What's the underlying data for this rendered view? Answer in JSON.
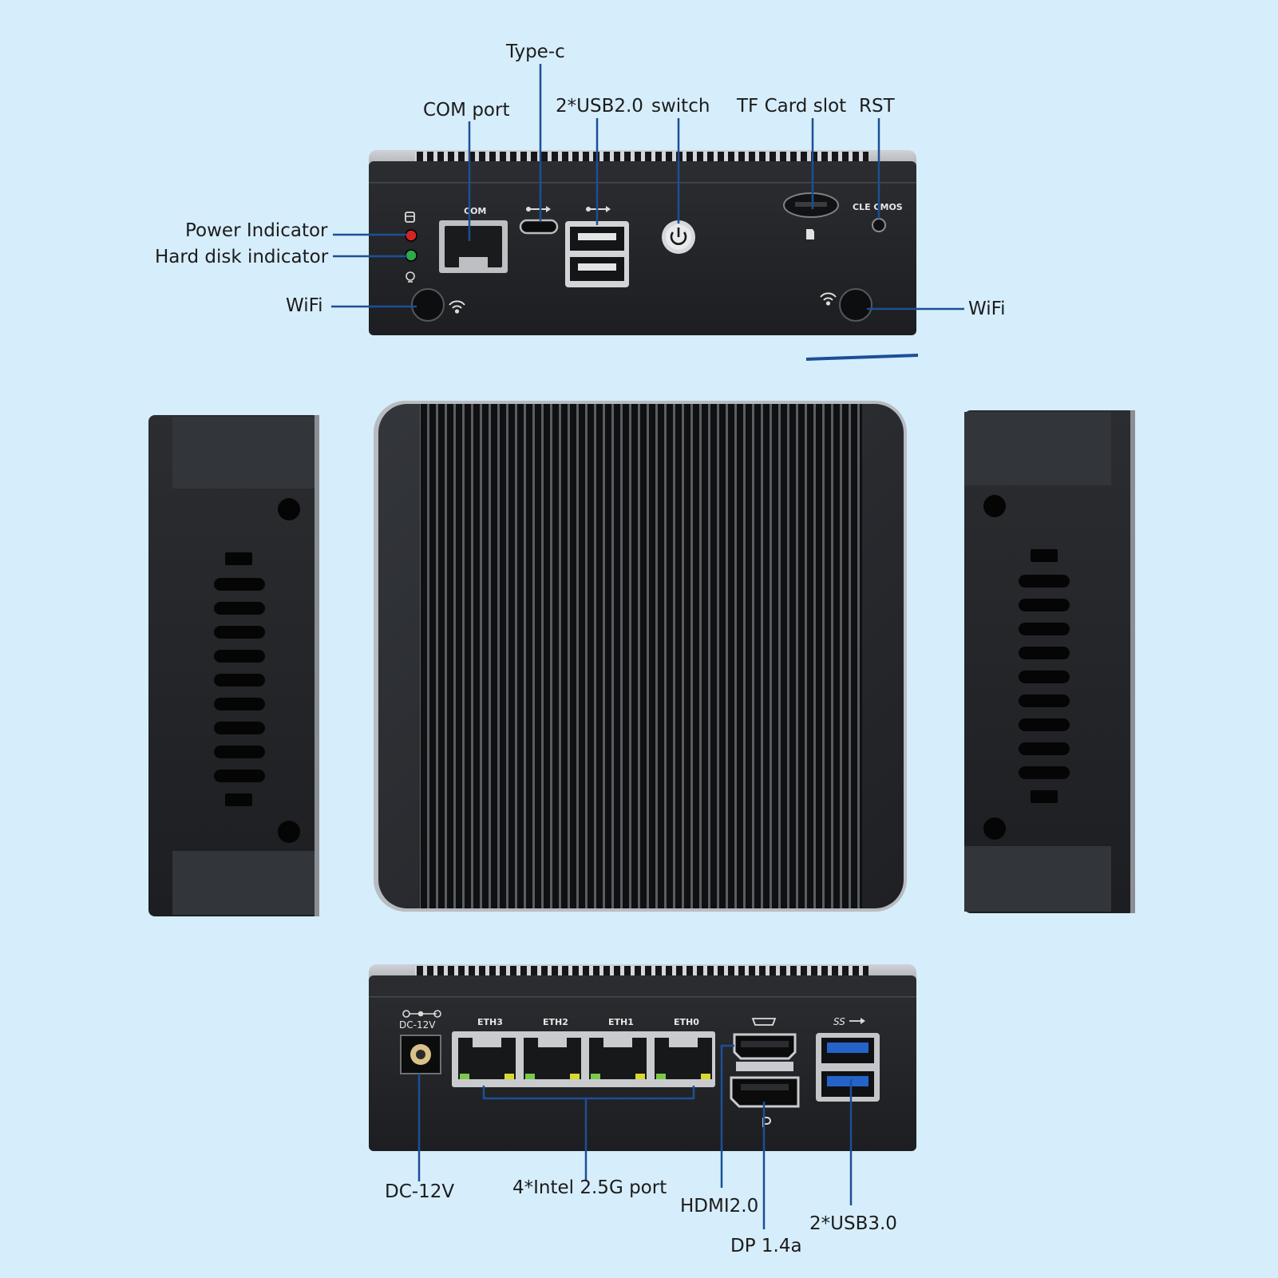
{
  "colors": {
    "background": "#d6edfb",
    "chassis": "#26282c",
    "chassis_edge": "#3a3c41",
    "leader_line": "#1c4f96",
    "power_led": "#d42424",
    "disk_led": "#2fa84a",
    "usb3_blue": "#2563c9",
    "port_led_yellow": "#d8d92a",
    "port_led_green": "#7cc94a"
  },
  "front_panel": {
    "printed_labels": {
      "com": "COM",
      "clear_cmos": "CLE CMOS"
    },
    "callouts": {
      "type_c": "Type-c",
      "com_port": "COM port",
      "usb2": "2*USB2.0",
      "switch": "switch",
      "tf_card_slot": "TF Card slot",
      "rst": "RST",
      "power_indicator": "Power Indicator",
      "hard_disk_indicator": "Hard disk indicator",
      "wifi_left": "WiFi",
      "wifi_right": "WiFi"
    }
  },
  "rear_panel": {
    "printed_labels": {
      "dc": "DC-12V",
      "eth3": "ETH3",
      "eth2": "ETH2",
      "eth1": "ETH1",
      "eth0": "ETH0",
      "ss": "SS"
    },
    "callouts": {
      "dc_12v": "DC-12V",
      "intel_ports": "4*Intel 2.5G port",
      "hdmi": "HDMI2.0",
      "dp": "DP 1.4a",
      "usb3": "2*USB3.0"
    }
  },
  "icons": [
    "usb-icon",
    "power-icon",
    "wifi-icon",
    "disk-icon",
    "bulb-icon",
    "sd-card-icon",
    "hdmi-icon",
    "displayport-icon",
    "dc-polarity-icon"
  ]
}
